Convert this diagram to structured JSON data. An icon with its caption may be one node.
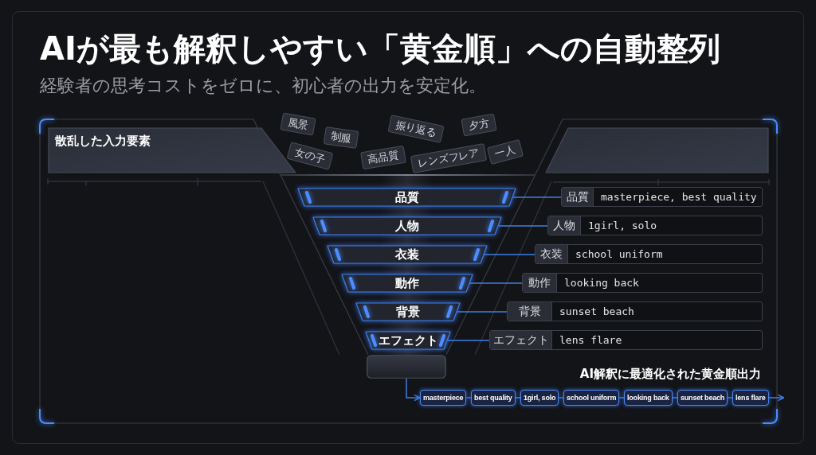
{
  "diagram": {
    "title": "AIが最も解釈しやすい「黄金順」への自動整列",
    "nodes": [
      {
        "text": [
          "散乱した入力要素"
        ]
      },
      {
        "text": [],
        "shape": "box"
      },
      {
        "text": [
          "風景"
        ]
      },
      {
        "text": [
          "制服"
        ]
      },
      {
        "text": [
          "振り返る"
        ]
      },
      {
        "text": [
          "夕方"
        ]
      },
      {
        "text": [
          "女の子"
        ]
      },
      {
        "text": [
          "高品質"
        ]
      },
      {
        "text": [
          "レンズフレア"
        ]
      },
      {
        "text": [
          "一人"
        ]
      },
      {
        "text": [
          "品質"
        ]
      },
      {
        "text": [
          "人物"
        ]
      },
      {
        "text": [
          "衣装"
        ]
      },
      {
        "text": [
          "動作"
        ]
      },
      {
        "text": [
          "背景"
        ]
      },
      {
        "text": [
          "エフェクト"
        ]
      },
      {
        "text": [
          "品質",
          "masterpiece, best quality"
        ]
      },
      {
        "text": [
          "人物",
          "1girl, solo"
        ]
      },
      {
        "text": [
          "衣装",
          "school uniform"
        ]
      },
      {
        "text": [
          "動作",
          "looking back"
        ]
      },
      {
        "text": [
          "背景",
          "sunset beach"
        ]
      },
      {
        "text": [
          "エフェクト",
          "lens flare"
        ]
      },
      {
        "text": [],
        "shape": "box"
      },
      {
        "text": [
          "masterpiece"
        ]
      },
      {
        "text": [
          "best quality"
        ]
      },
      {
        "text": [
          "1girl, solo"
        ]
      },
      {
        "text": [
          "school uniform"
        ]
      },
      {
        "text": [
          "looking back"
        ]
      },
      {
        "text": [
          "sunset beach"
        ]
      },
      {
        "text": [
          "lens flare"
        ]
      }
    ],
    "edges": [
      {
        "from": 10,
        "to": 16,
        "arrow": "none"
      },
      {
        "from": 11,
        "to": 17,
        "arrow": "none"
      },
      {
        "from": 12,
        "to": 18,
        "arrow": "none"
      },
      {
        "from": 13,
        "to": 19,
        "arrow": "none"
      },
      {
        "from": 14,
        "to": 20,
        "arrow": "none"
      },
      {
        "from": 15,
        "to": 21,
        "arrow": "none"
      },
      {
        "from": 22,
        "to": 23,
        "arrow": "to"
      },
      {
        "from": 23,
        "to": 24,
        "arrow": "none"
      },
      {
        "from": 24,
        "to": 25,
        "arrow": "none"
      },
      {
        "from": 25,
        "to": 26,
        "arrow": "none"
      },
      {
        "from": 26,
        "to": 27,
        "arrow": "none"
      },
      {
        "from": 27,
        "to": 28,
        "arrow": "none"
      },
      {
        "from": 28,
        "to": 29,
        "arrow": "none"
      },
      {
        "from": 29,
        "to": null,
        "arrow": "to"
      }
    ],
    "labels": [
      "経験者の思考コストをゼロに、初心者の出力を安定化。",
      "AI解釈に最適化された黄金順出力"
    ]
  }
}
